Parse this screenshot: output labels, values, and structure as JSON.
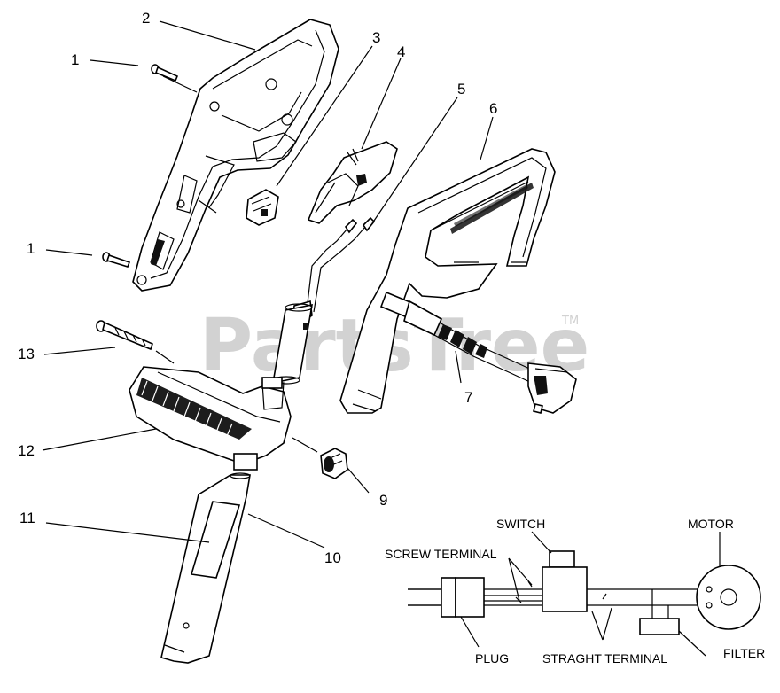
{
  "watermark": {
    "text": "PartsTree",
    "tm": "TM"
  },
  "callouts": {
    "c1a": "1",
    "c1b": "1",
    "c2": "2",
    "c3": "3",
    "c4": "4",
    "c5": "5",
    "c6": "6",
    "c7": "7",
    "c9": "9",
    "c10": "10",
    "c11": "11",
    "c12": "12",
    "c13": "13"
  },
  "schematic": {
    "switch": "SWITCH",
    "motor": "MOTOR",
    "screw_terminal": "SCREW TERMINAL",
    "plug": "PLUG",
    "straight_terminal": "STRAGHT TERMINAL",
    "filter": "FILTER"
  }
}
